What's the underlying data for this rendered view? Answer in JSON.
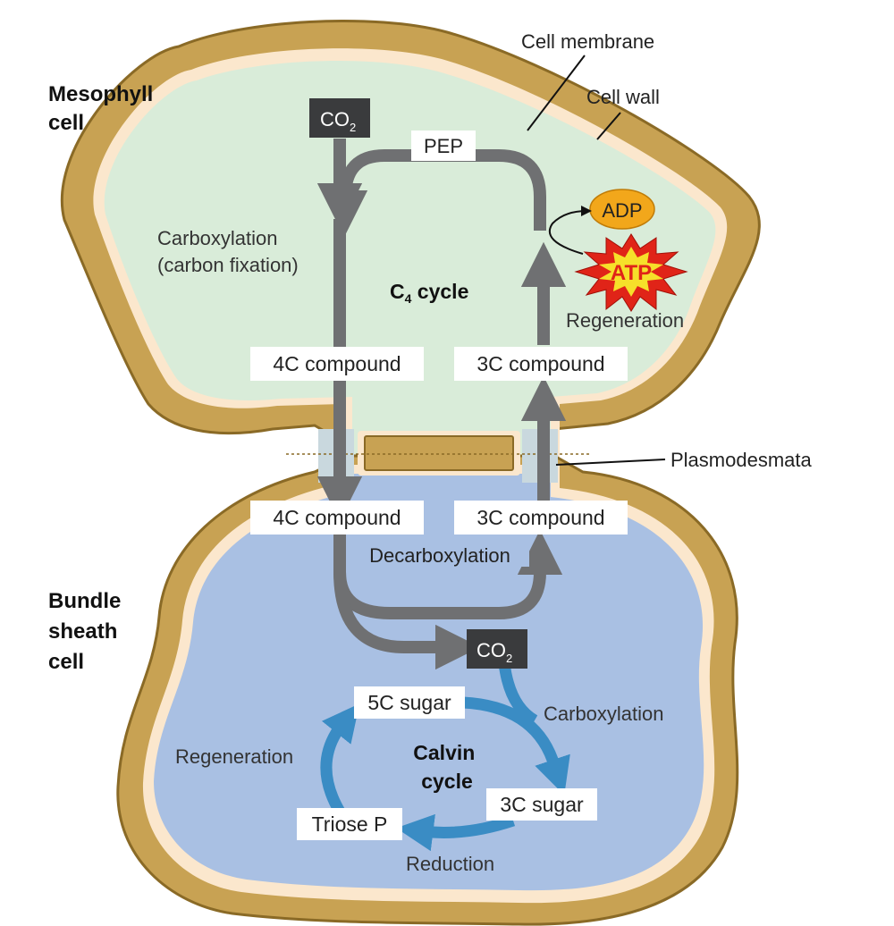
{
  "colors": {
    "wall": "#c8a253",
    "wall_edge": "#8a6a26",
    "membrane": "#fbe7cd",
    "mesophyll_fill": "#d9ecd9",
    "bundle_fill": "#a9c0e3",
    "gray_arrow": "#6f7072",
    "blue_arrow": "#3a8cc4",
    "dark_box": "#3a3b3d",
    "adp": "#f2a71b",
    "atp": "#e02418",
    "atp_burst": "#f6e02a"
  },
  "labels": {
    "mesophyll": [
      "Mesophyll",
      "cell"
    ],
    "bundle_sheath": [
      "Bundle",
      "sheath",
      "cell"
    ],
    "cell_membrane": "Cell membrane",
    "cell_wall": "Cell wall",
    "plasmodesmata": "Plasmodesmata",
    "co2_main": "CO",
    "co2_sub": "2",
    "pep": "PEP",
    "adp": "ADP",
    "atp": "ATP",
    "regeneration_c4": "Regeneration",
    "carboxylation_line1": "Carboxylation",
    "carboxylation_line2": "(carbon fixation)",
    "c4_main": "C",
    "c4_sub": "4",
    "c4_rest": " cycle",
    "four_c_compound": "4C compound",
    "three_c_compound": "3C compound",
    "decarboxylation": "Decarboxylation",
    "five_c_sugar": "5C sugar",
    "three_c_sugar": "3C sugar",
    "triose_p": "Triose P",
    "carboxylation_calvin": "Carboxylation",
    "regeneration_calvin": "Regeneration",
    "reduction": "Reduction",
    "calvin_line1": "Calvin",
    "calvin_line2": "cycle"
  }
}
